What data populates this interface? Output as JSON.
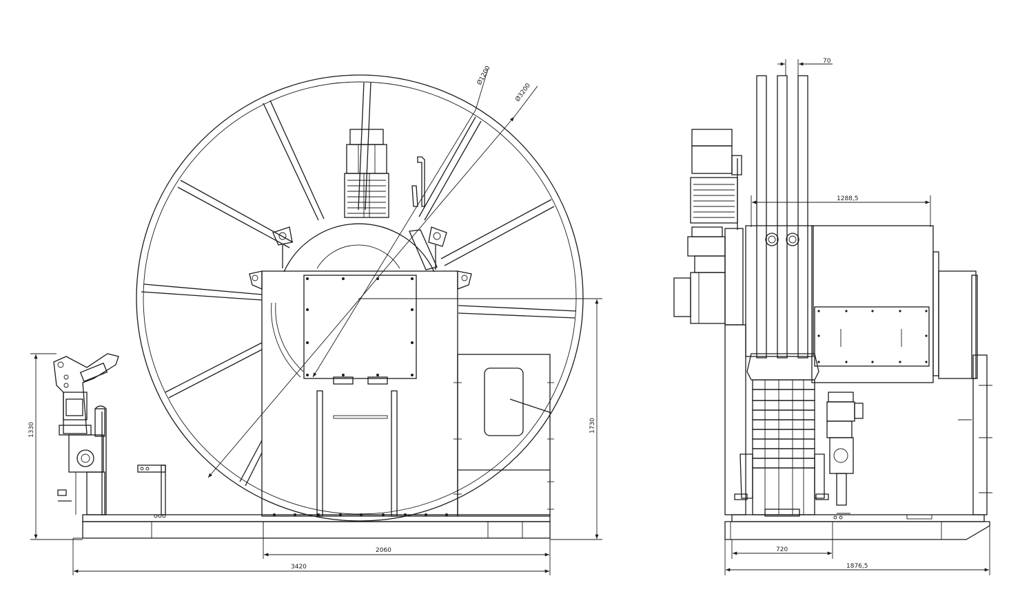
{
  "dimensions": {
    "reel_inner_diameter": "Ø1200",
    "reel_outer_diameter": "Ø3200",
    "front_total_length": "3420",
    "front_base_length": "2060",
    "front_height_left": "1330",
    "front_height_right": "1730",
    "side_gap_top": "70",
    "side_inner_width": "1288,5",
    "side_base_width": "720",
    "side_total_width": "1876,5"
  },
  "colors": {
    "line": "#1a1a1a",
    "background": "#ffffff"
  }
}
